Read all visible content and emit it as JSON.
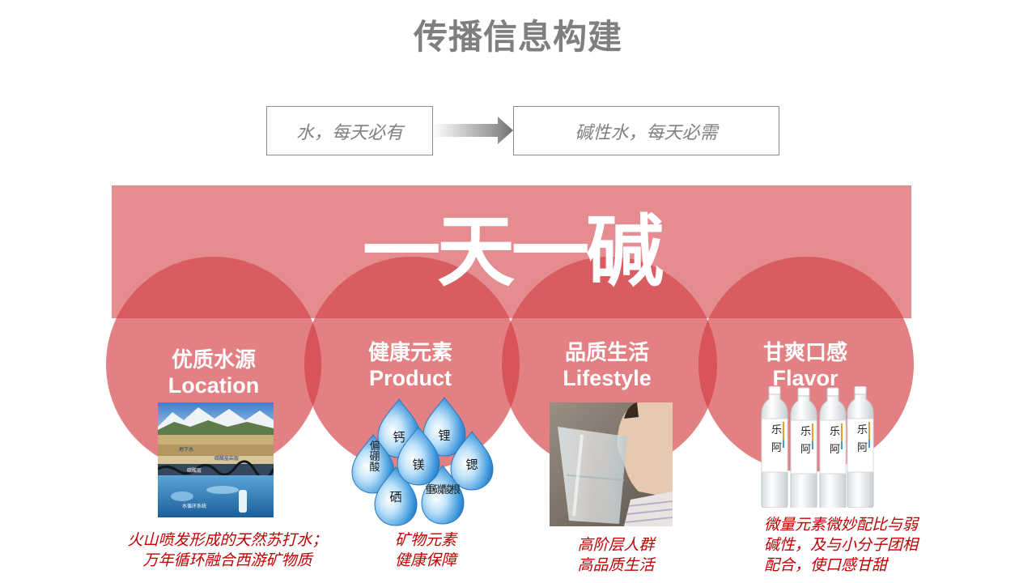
{
  "title": "传播信息构建",
  "flow": {
    "from": "水，每天必有",
    "to": "碱性水，每天必需"
  },
  "banner": {
    "text": "一天一碱"
  },
  "pillars": [
    {
      "cn": "优质水源",
      "en": "Location",
      "caption": [
        "火山喷发形成的天然苏打水；",
        "万年循环融合西游矿物质"
      ]
    },
    {
      "cn": "健康元素",
      "en": "Product",
      "caption": [
        "矿物元素",
        "健康保障"
      ]
    },
    {
      "cn": "品质生活",
      "en": "Lifestyle",
      "caption": [
        "高阶层人群",
        "高品质生活"
      ]
    },
    {
      "cn": "甘爽口感",
      "en": "Flavor",
      "caption": [
        "微量元素微妙配比与弱",
        "碱性，及与小分子团相",
        "配合，使口感甘甜"
      ]
    }
  ],
  "location_photo": {
    "labels": [
      "地下水",
      "碳酸盐岩层",
      "碳酸层",
      "水循环系统"
    ]
  },
  "elements": [
    "钙",
    "锂",
    "偏硼酸",
    "镁",
    "锶",
    "硒",
    "重碳酸根"
  ],
  "colors": {
    "title_gray": "#7f7f7f",
    "banner_red": "#d4464b",
    "circle_red": "#d33c40",
    "caption_red": "#c00000"
  }
}
